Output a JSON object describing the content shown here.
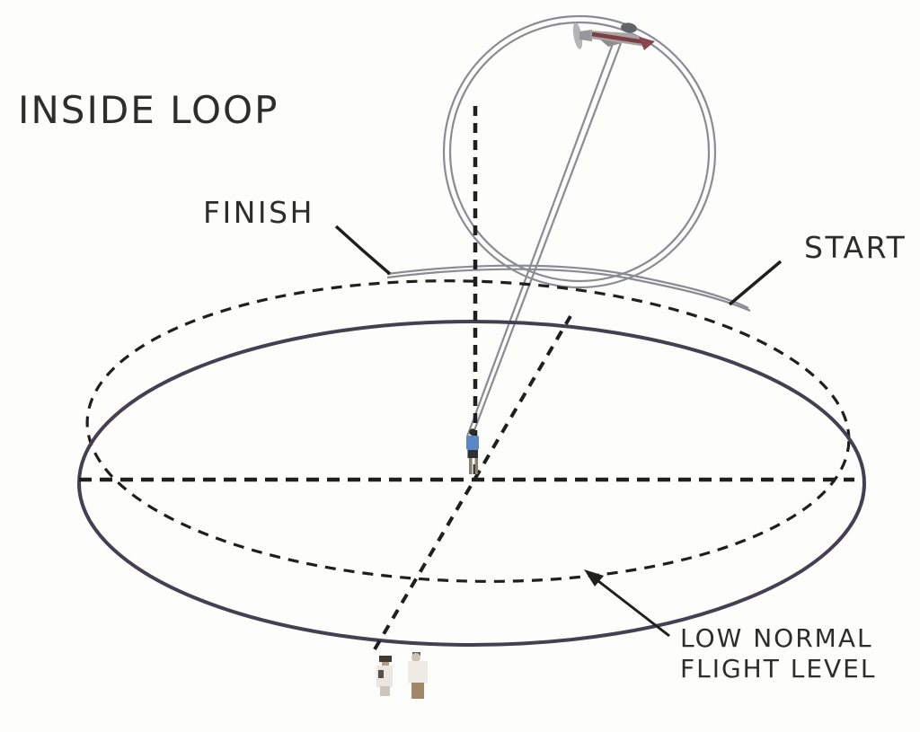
{
  "diagram": {
    "title": "INSIDE LOOP",
    "labels": {
      "finish": "FINISH",
      "start": "START",
      "low_level_line1": "LOW NORMAL",
      "low_level_line2": "FLIGHT LEVEL"
    },
    "elements": {
      "maneuver_shape": "vertical loop flown at top of hemisphere",
      "path_style": "double gray control-line flight path",
      "axes": "dashed vertical, horizontal and diagonal reference lines"
    }
  },
  "colors": {
    "background": "#fdfdfc",
    "text": "#2d2d2d",
    "dashed_line": "#1f1f1f",
    "solid_ellipse": "#454051",
    "flight_path_gray": "#8b8b93",
    "pilot_shirt_blue": "#5b87c5",
    "plane_maroon": "#7d3f46",
    "plane_gray": "#a8a3a5"
  }
}
